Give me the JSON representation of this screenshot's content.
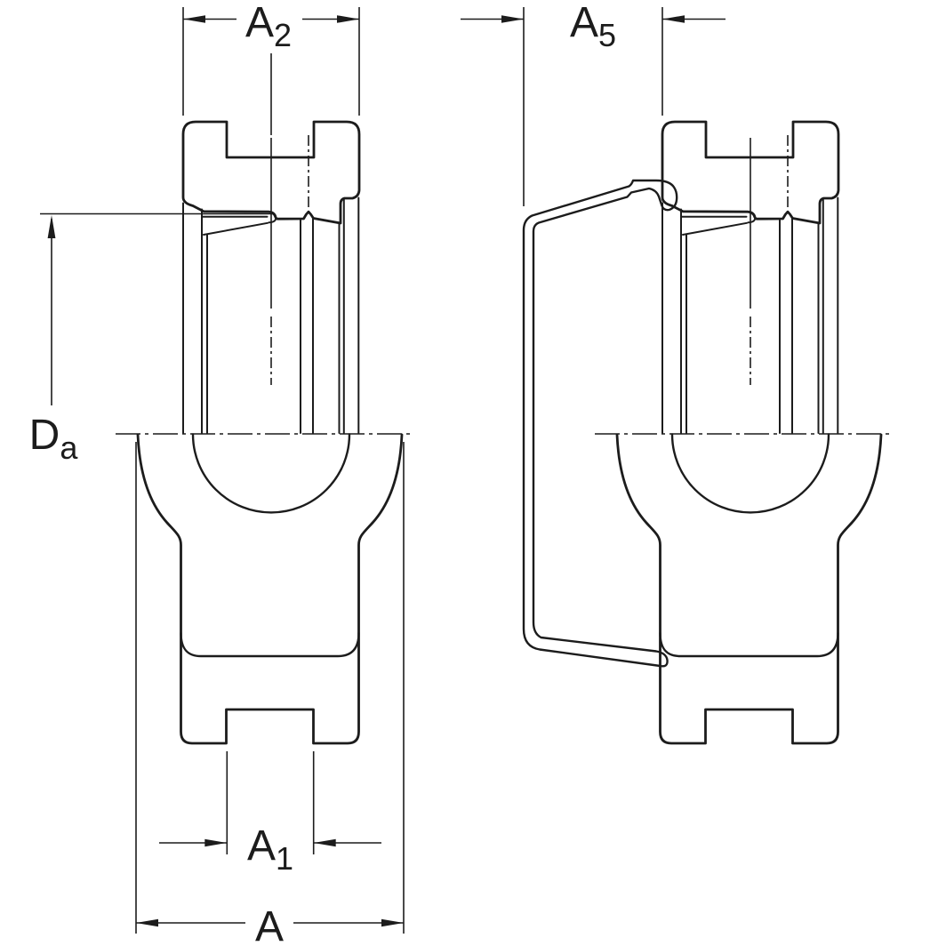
{
  "drawing": {
    "views": {
      "left_view": "sectioned bearing unit without end cover",
      "right_view": "sectioned bearing unit with pressed sheet-metal end cover"
    },
    "dimension_labels": {
      "a2": {
        "main": "A",
        "sub": "2"
      },
      "a5": {
        "main": "A",
        "sub": "5"
      },
      "da": {
        "main": "D",
        "sub": "a"
      },
      "a1": {
        "main": "A",
        "sub": "1"
      },
      "a": {
        "main": "A",
        "sub": ""
      }
    },
    "colors": {
      "section_fill": "#c5d6ee",
      "line": "#1c1c1c",
      "background": "#ffffff"
    }
  }
}
